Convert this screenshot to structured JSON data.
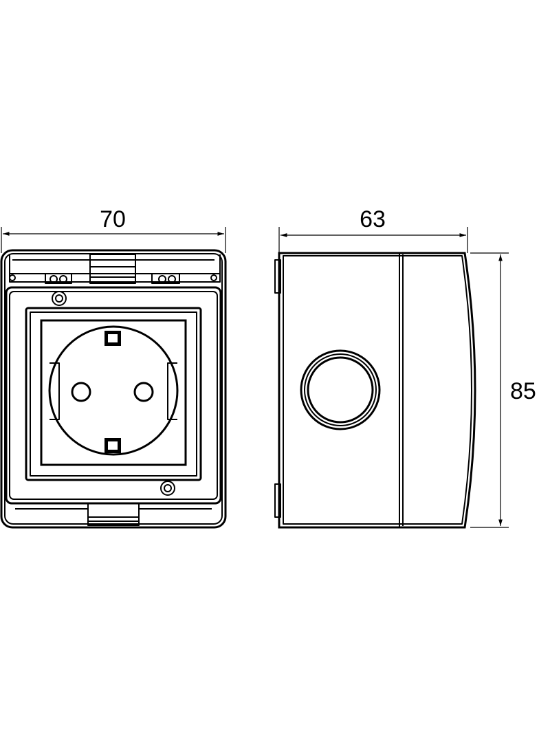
{
  "drawing": {
    "dimensions": {
      "width": "70",
      "depth": "63",
      "height": "85"
    },
    "line_color": "#000000",
    "background": "#ffffff"
  }
}
